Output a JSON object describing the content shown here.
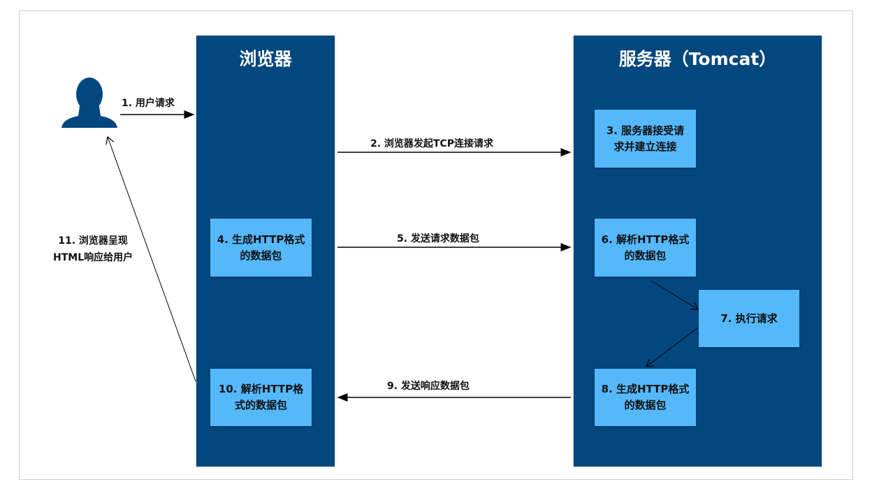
{
  "browser": {
    "title": "浏览器"
  },
  "server": {
    "title": "服务器（Tomcat）"
  },
  "steps": {
    "s1": "1. 用户请求",
    "s2": "2. 浏览器发起TCP连接请求",
    "s3": "3. 服务器接受请\n求并建立连接",
    "s4": "4. 生成HTTP格式\n的数据包",
    "s5": "5. 发送请求数据包",
    "s6": "6. 解析HTTP格式\n的数据包",
    "s7": "7. 执行请求",
    "s8": "8. 生成HTTP格式\n的数据包",
    "s9": "9. 发送响应数据包",
    "s10": "10. 解析HTTP格\n式的数据包",
    "s11": "11. 浏览器呈现\nHTML响应给用户"
  },
  "colors": {
    "column": "#03477f",
    "box": "#55b8fb"
  }
}
